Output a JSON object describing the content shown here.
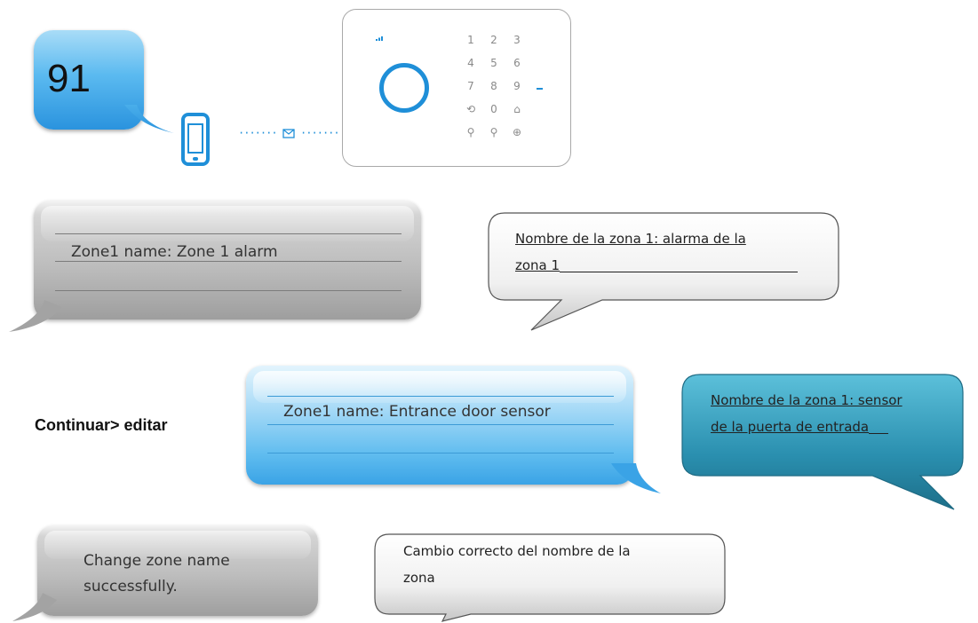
{
  "number_bubble": {
    "value": "91"
  },
  "keypad": {
    "keys": [
      "1",
      "2",
      "3",
      "4",
      "5",
      "6",
      "7",
      "8",
      "9",
      "⟲",
      "0",
      "⌂",
      "⚲",
      "⚲",
      "⊕"
    ]
  },
  "sms1": {
    "text": "Zone1 name: Zone 1 alarm",
    "translation_line1": "Nombre de la zona 1: alarma de la",
    "translation_line2": "zona 1"
  },
  "step": {
    "label": "Continuar> editar"
  },
  "sms2": {
    "text": "Zone1 name: Entrance door sensor",
    "translation_line1": "Nombre de la zona 1: sensor",
    "translation_line2": "de la puerta de entrada"
  },
  "sms3": {
    "line1": "Change zone name",
    "line2": "successfully.",
    "translation_line1": "Cambio correcto del nombre de la",
    "translation_line2": "zona"
  },
  "colors": {
    "accent_blue": "#1f8fd8",
    "teal_callout": "#2a8faf",
    "gray_bubble": "#bdbdbd"
  },
  "icons": [
    "phone-icon",
    "envelope-icon",
    "signal-icon",
    "ring-icon"
  ]
}
